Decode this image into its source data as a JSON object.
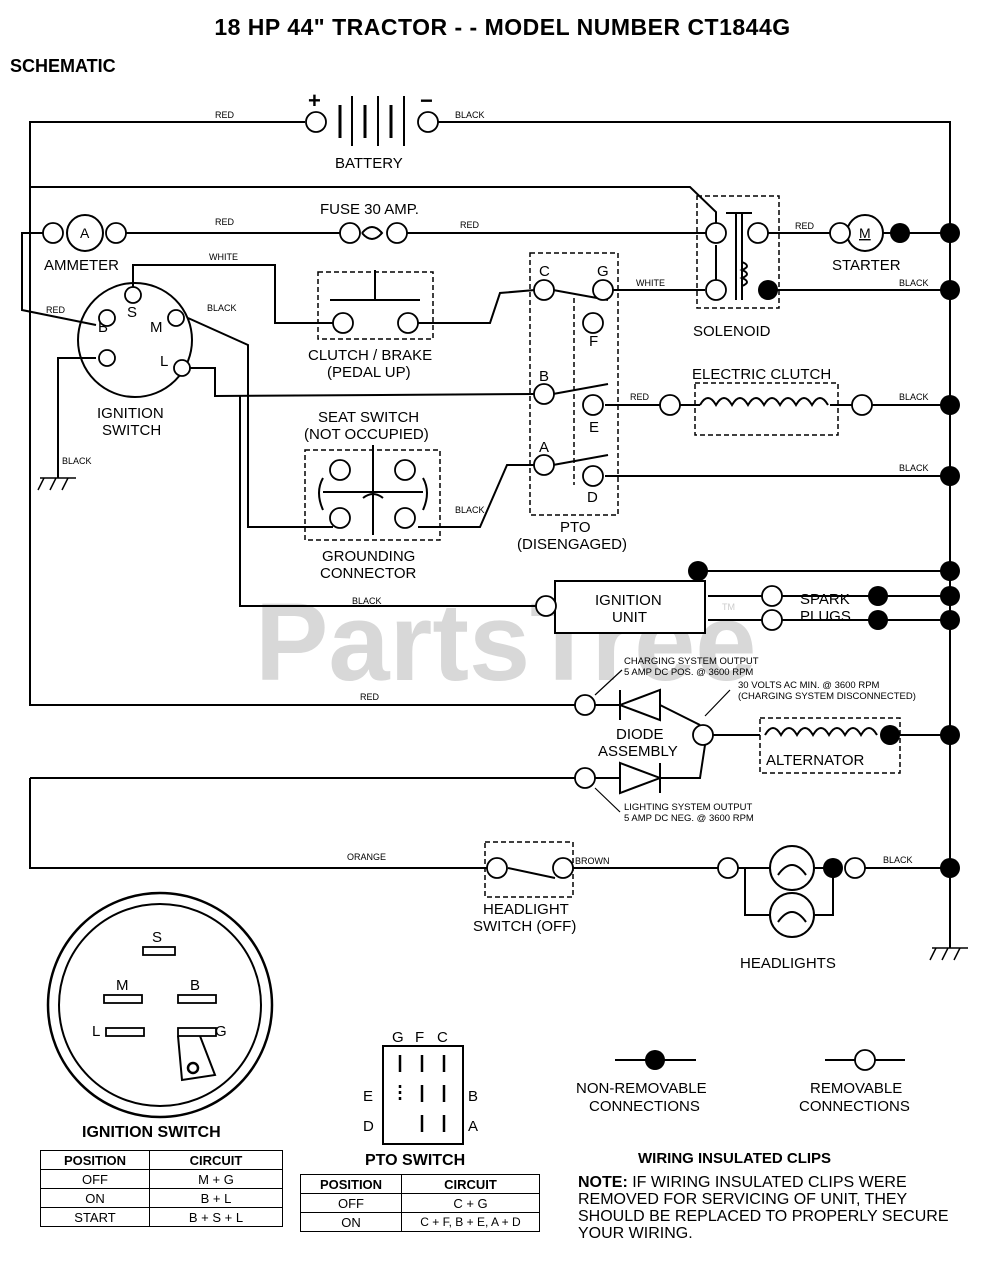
{
  "title": "18 HP 44\" TRACTOR - - MODEL NUMBER CT1844G",
  "subtitle": "SCHEMATIC",
  "watermark": "PartsTree",
  "watermark_tm": "TM",
  "components": {
    "battery": "BATTERY",
    "battery_pos": "+",
    "battery_neg": "−",
    "fuse": "FUSE 30 AMP.",
    "ammeter": "AMMETER",
    "ammeter_symbol": "A",
    "starter": "STARTER",
    "starter_symbol": "M",
    "solenoid": "SOLENOID",
    "clutch_brake_1": "CLUTCH / BRAKE",
    "clutch_brake_2": "(PEDAL UP)",
    "ignition_switch_1": "IGNITION",
    "ignition_switch_2": "SWITCH",
    "electric_clutch": "ELECTRIC CLUTCH",
    "seat_switch_1": "SEAT SWITCH",
    "seat_switch_2": "(NOT OCCUPIED)",
    "grounding_1": "GROUNDING",
    "grounding_2": "CONNECTOR",
    "pto_1": "PTO",
    "pto_2": "(DISENGAGED)",
    "ignition_unit_1": "IGNITION",
    "ignition_unit_2": "UNIT",
    "spark_plugs_1": "SPARK",
    "spark_plugs_2": "PLUGS",
    "charging_1": "CHARGING SYSTEM OUTPUT",
    "charging_2": "5 AMP DC POS. @ 3600 RPM",
    "ac_1": "30 VOLTS AC MIN. @ 3600 RPM",
    "ac_2": "(CHARGING SYSTEM DISCONNECTED)",
    "diode_1": "DIODE",
    "diode_2": "ASSEMBLY",
    "alternator": "ALTERNATOR",
    "lighting_1": "LIGHTING SYSTEM OUTPUT",
    "lighting_2": "5 AMP DC NEG. @ 3600 RPM",
    "headlight_switch_1": "HEADLIGHT",
    "headlight_switch_2": "SWITCH (OFF)",
    "headlights": "HEADLIGHTS"
  },
  "terminals": {
    "S": "S",
    "B": "B",
    "M": "M",
    "G": "G",
    "L": "L",
    "C": "C",
    "F": "F",
    "E": "E",
    "D": "D",
    "A": "A"
  },
  "wires": {
    "red": "RED",
    "black": "BLACK",
    "white": "WHITE",
    "orange": "ORANGE",
    "brown": "BROWN"
  },
  "legend": {
    "non_removable_1": "NON-REMOVABLE",
    "non_removable_2": "CONNECTIONS",
    "removable_1": "REMOVABLE",
    "removable_2": "CONNECTIONS",
    "clips_title": "WIRING INSULATED CLIPS",
    "note_label": "NOTE:",
    "note_text": "IF WIRING INSULATED CLIPS WERE REMOVED FOR SERVICING OF UNIT, THEY SHOULD BE REPLACED TO PROPERLY SECURE YOUR WIRING."
  },
  "ignition_table": {
    "caption": "IGNITION SWITCH",
    "headers": [
      "POSITION",
      "CIRCUIT"
    ],
    "rows": [
      [
        "OFF",
        "M + G"
      ],
      [
        "ON",
        "B + L"
      ],
      [
        "START",
        "B + S + L"
      ]
    ]
  },
  "pto_table": {
    "caption": "PTO SWITCH",
    "headers": [
      "POSITION",
      "CIRCUIT"
    ],
    "rows": [
      [
        "OFF",
        "C + G"
      ],
      [
        "ON",
        "C + F, B + E, A + D"
      ]
    ]
  }
}
